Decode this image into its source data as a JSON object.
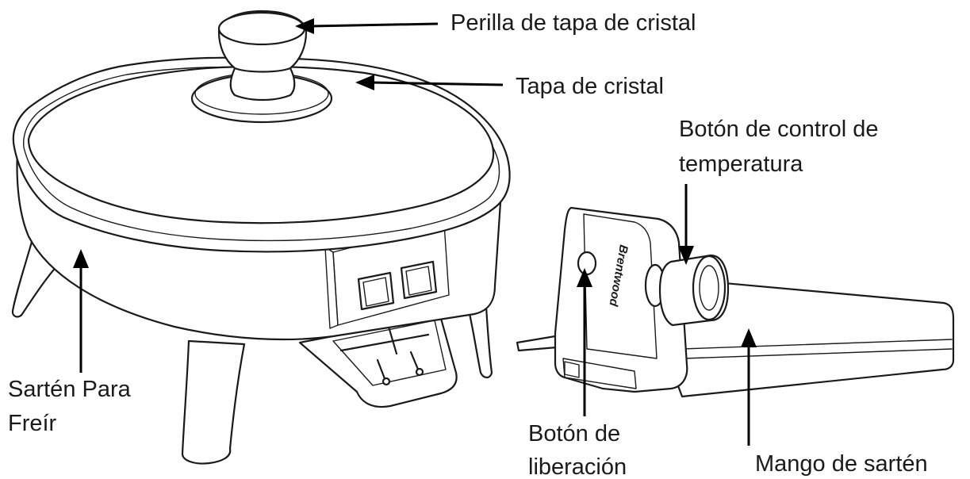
{
  "labels": {
    "lid_knob": "Perilla de tapa de cristal",
    "glass_lid": "Tapa de cristal",
    "temp_control_line1": "Botón de control de",
    "temp_control_line2": "temperatura",
    "skillet_line1": "Sartén Para",
    "skillet_line2": "Freír",
    "release_line1": "Botón de",
    "release_line2": "liberación",
    "handle": "Mango de sartén"
  },
  "brand": "Brentwood",
  "icons": {
    "skillet": "electric-skillet-illustration",
    "probe": "temperature-probe-illustration"
  }
}
